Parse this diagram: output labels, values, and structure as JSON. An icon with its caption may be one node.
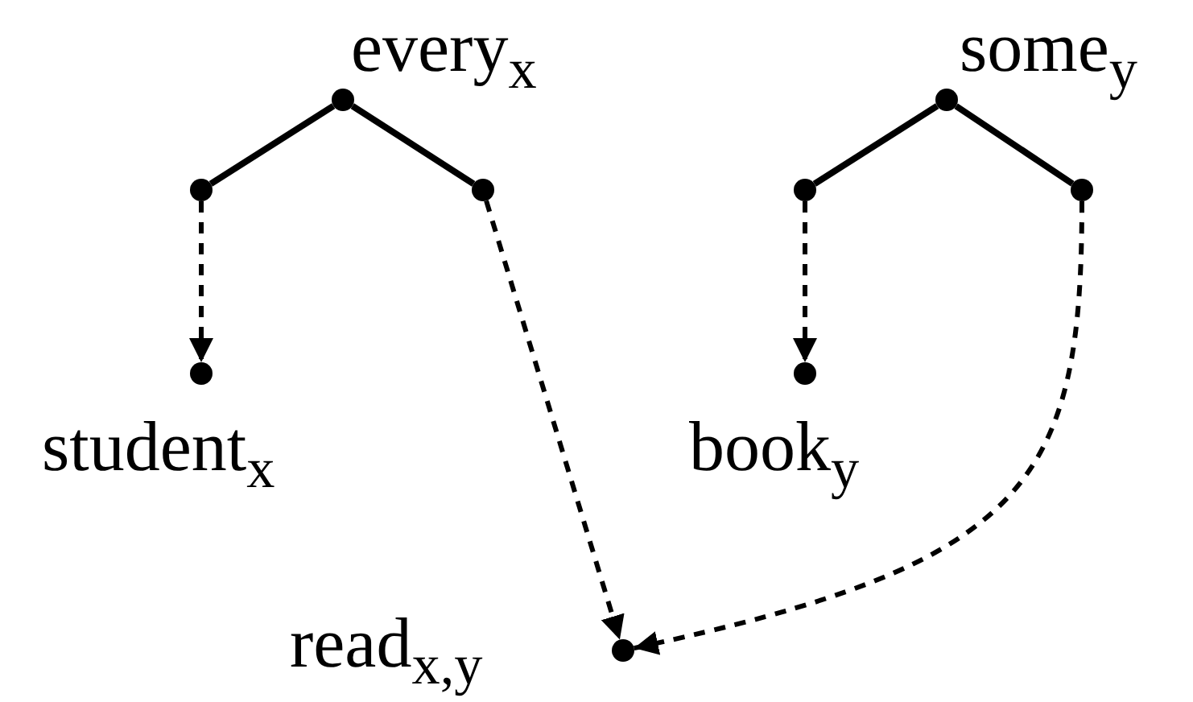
{
  "diagram": {
    "nodes": [
      {
        "text": [
          "every$_{x}$"
        ]
      },
      {
        "text": [],
        "shape": "circle"
      },
      {
        "text": [],
        "shape": "circle"
      },
      {
        "text": [
          "some$_{y}$"
        ]
      },
      {
        "text": [],
        "shape": "circle"
      },
      {
        "text": [],
        "shape": "circle"
      },
      {
        "text": [
          "student$_{x}$"
        ]
      },
      {
        "text": [
          "book$_{y}$"
        ]
      },
      {
        "text": [
          "read$_{x,y}$"
        ]
      }
    ],
    "edges": [
      {
        "from": 0,
        "to": 1,
        "arrow": "none"
      },
      {
        "from": 0,
        "to": 2,
        "arrow": "none"
      },
      {
        "from": 3,
        "to": 4,
        "arrow": "none"
      },
      {
        "from": 3,
        "to": 5,
        "arrow": "none"
      },
      {
        "from": 1,
        "to": 6,
        "arrow": "to",
        "style": "dashed"
      },
      {
        "from": 2,
        "to": 8,
        "arrow": "to",
        "style": "dashed"
      },
      {
        "from": 4,
        "to": 7,
        "arrow": "to",
        "style": "dashed"
      },
      {
        "from": 5,
        "to": 8,
        "arrow": "to",
        "style": "dashed"
      }
    ]
  }
}
